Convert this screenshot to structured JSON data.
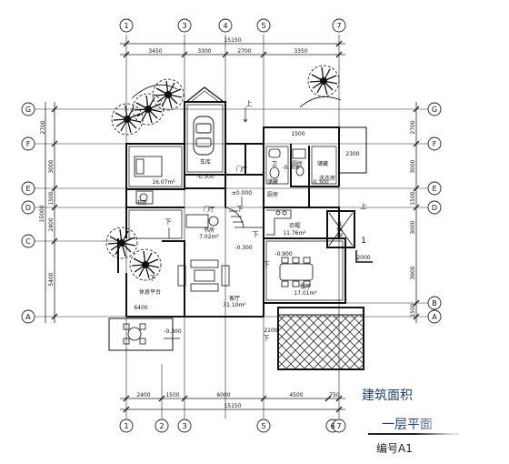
{
  "axes": {
    "columns": [
      "1",
      "3",
      "4",
      "5",
      "7",
      "1",
      "2",
      "3",
      "5",
      "6",
      "7"
    ],
    "rows": [
      "G",
      "F",
      "E",
      "D",
      "C",
      "A",
      "G",
      "F",
      "E",
      "D",
      "B",
      "A"
    ]
  },
  "dimensions": {
    "top_total": "15150",
    "top": [
      "3450",
      "3300",
      "2700",
      "3350"
    ],
    "left": [
      "2700",
      "3000",
      "1500",
      "2400",
      "5400"
    ],
    "left_total": "15000",
    "right": [
      "2700",
      "3000",
      "1500",
      "3000",
      "3900",
      "1500"
    ],
    "bottom": [
      "2400",
      "1500",
      "6000",
      "4500",
      "750"
    ],
    "bottom_total": "15150",
    "misc": [
      "1500",
      "2300",
      "6400",
      "2100",
      "2000"
    ]
  },
  "rooms": {
    "garage": "车库",
    "bedroom_area": "16.07m²",
    "study": "书房",
    "foyer": "门厅",
    "hall": "门厅",
    "storage": "储藏",
    "bath_a": "卫",
    "bath_b": "卫",
    "laundry": "洗衣房",
    "kitchen": "厨房",
    "kitchen_area": "11.76m²",
    "dining": "餐厅",
    "dining_area": "17.01m²",
    "living": "客厅",
    "living_area": "31.10m²",
    "study2": "书房",
    "study2_area": "7.02m²",
    "closet": "衣帽",
    "shaft": "管道井",
    "terrace": "休息平台",
    "bath_c": "厕所",
    "storage2": "储藏"
  },
  "levels": [
    "-0.300",
    "±0.000",
    "-0.300",
    "-0.900",
    "-0.300",
    "-0.300",
    "-0.300"
  ],
  "labels": {
    "up": "上",
    "down": "下",
    "section": "1"
  },
  "caption": {
    "area": "建筑面积",
    "title": "一层平面",
    "number": "编号A1"
  }
}
